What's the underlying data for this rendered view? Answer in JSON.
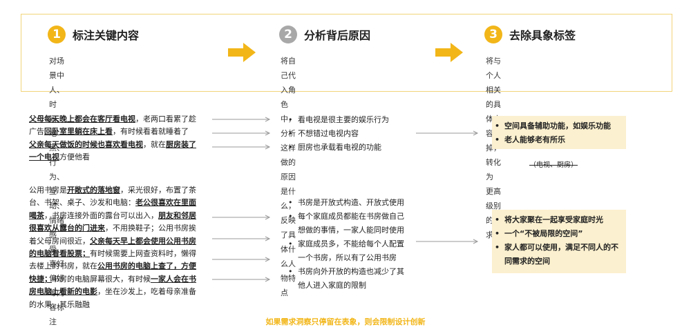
{
  "steps": [
    {
      "num": "1",
      "title": "标注关键内容",
      "desc_line1": "对场景中人、时间、地点、行为、互动、",
      "desc_line2": "情绪感受、喜好偏好等内容标注"
    },
    {
      "num": "2",
      "title": "分析背后原因",
      "desc_line1": "将自己代入角色中，分析这样做的原因",
      "desc_line2": "是什么，反映了具体什么人物特点"
    },
    {
      "num": "3",
      "title": "去除具象标签",
      "desc_line1": "将与个人相关的具体内容去掉，转化为",
      "desc_line2": "更高级别的需求"
    }
  ],
  "case1": {
    "text": [
      {
        "t": "父母每天晚上都会在客厅看电视",
        "b": true
      },
      {
        "t": "，老两口看累了趁广告",
        "b": false
      },
      {
        "t": "回卧室里躺在床上看",
        "b": true
      },
      {
        "t": "，有时候看着就睡着了",
        "b": false
      },
      {
        "t": "父亲每天做饭的时候也喜欢看电视",
        "b": true
      },
      {
        "t": "，就在",
        "b": false
      },
      {
        "t": "厨房装了一个电视",
        "b": true
      },
      {
        "t": "方便他看",
        "b": false
      }
    ],
    "reasons": [
      "看电视是很主要的娱乐行为",
      "不想错过电视内容",
      "厨房也承载看电视的功能"
    ],
    "needs": [
      "空间具备辅助功能，如娱乐功能",
      "老人能够老有所乐"
    ],
    "removed": "（电视、厨房）"
  },
  "case2": {
    "text": [
      {
        "t": "公用书房是",
        "b": false
      },
      {
        "t": "开敞式的落地窗",
        "b": true
      },
      {
        "t": "，采光很好，布置了茶台、书架、桌子、沙发和电脑：",
        "b": false
      },
      {
        "t": "老公很喜欢在里面喝茶",
        "b": true
      },
      {
        "t": "，书房连接外面的露台可以出入，",
        "b": false
      },
      {
        "t": "朋友和邻居很喜欢从露台的门进来",
        "b": true
      },
      {
        "t": "，不用换鞋子；公用书房挨着父母房间很近，",
        "b": false
      },
      {
        "t": "父亲每天早上都会使用公用书房的电脑看看股票；",
        "b": true
      },
      {
        "t": "有时候需要上网查资料时，懒得去楼上的书房，就在",
        "b": false
      },
      {
        "t": "公用书房的电脑上查了，方便快捷；",
        "b": true
      },
      {
        "t": "书房的电脑屏幕很大，有时候",
        "b": false
      },
      {
        "t": "一家人会在书房电脑上看新的电影",
        "b": true
      },
      {
        "t": "，坐在沙发上，吃着母亲准备的水果，其乐融融",
        "b": false
      }
    ],
    "reasons": [
      "书房是开放式构造、开放式使用",
      "每个家庭成员都能在书房做自己想做的事情，一家人能同时使用",
      "家庭成员多，不能给每个人配置一个书房，所以有了公用书房",
      "书房向外开放的构造也减少了其他人进入家庭的限制"
    ],
    "needs": [
      "将大家聚在一起享受家庭时光",
      "一个“不被局限的空间”",
      "家人都可以使用，满足不同人的不同需求的空间"
    ]
  },
  "footer": "如果需求洞察只停留在表象，则会限制设计创新",
  "colors": {
    "accent": "#f2b619",
    "border": "#f2d478",
    "highlight": "#fbf0cf",
    "gray": "#a8a8a8"
  }
}
